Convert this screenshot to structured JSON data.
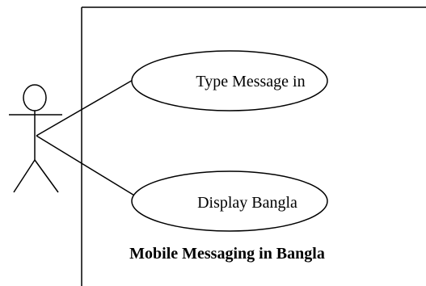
{
  "diagram": {
    "system_title": "Mobile Messaging in Bangla",
    "use_cases": [
      {
        "label": "Type Message in"
      },
      {
        "label": "Display Bangla"
      }
    ],
    "colors": {
      "stroke": "#000000",
      "background": "#ffffff"
    }
  }
}
